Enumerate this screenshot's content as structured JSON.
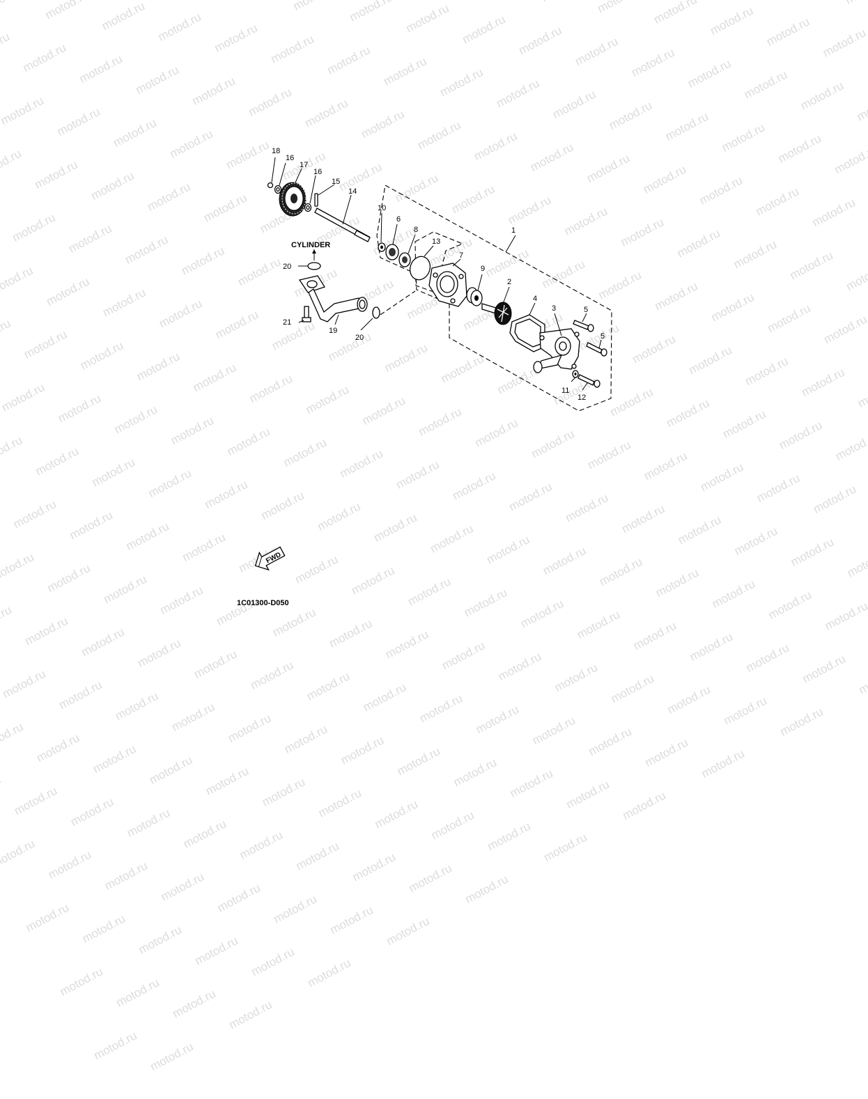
{
  "watermark": "motod.ru",
  "diagram_code": "1C01300-D050",
  "fwd_label": "FWD",
  "cylinder_label": "CYLINDER",
  "callouts": {
    "c1": "1",
    "c2": "2",
    "c3": "3",
    "c4": "4",
    "c5a": "5",
    "c5b": "5",
    "c6": "6",
    "c7": "7",
    "c8": "8",
    "c9": "9",
    "c10": "10",
    "c11": "11",
    "c12": "12",
    "c13": "13",
    "c14": "14",
    "c15": "15",
    "c16a": "16",
    "c16b": "16",
    "c17": "17",
    "c18": "18",
    "c19": "19",
    "c20a": "20",
    "c20b": "20",
    "c21": "21"
  }
}
